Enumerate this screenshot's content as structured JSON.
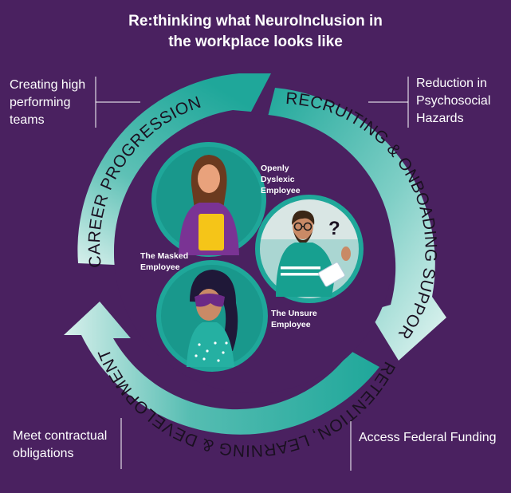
{
  "title": {
    "line1": "Re:thinking what NeuroInclusion in",
    "line2": "the workplace looks like"
  },
  "outcomes": {
    "top_left": [
      "Creating high",
      "performing",
      "teams"
    ],
    "top_right": [
      "Reduction in",
      "Psychosocial",
      "Hazards"
    ],
    "bottom_left": [
      "Meet contractual",
      "obligations"
    ],
    "bottom_right": [
      "Access Federal Funding"
    ]
  },
  "cycle": {
    "career": "CAREER PROGRESSION",
    "recruiting": "RECRUITING & ONBOADING SUPPORT",
    "retention": "RETENTION, LEARNING & DEVELOPMENT"
  },
  "personas": {
    "dyslexic": [
      "Openly",
      "Dyslexic",
      "Employee"
    ],
    "masked": [
      "The Masked",
      "Employee"
    ],
    "unsure": [
      "The Unsure",
      "Employee"
    ]
  },
  "icons": {
    "question": "?"
  },
  "colors": {
    "background": "#4a2160",
    "teal": "#1fa79a",
    "teal_dark": "#178a80",
    "teal_light": "#d8f0ec",
    "inner": "#4a2160"
  }
}
